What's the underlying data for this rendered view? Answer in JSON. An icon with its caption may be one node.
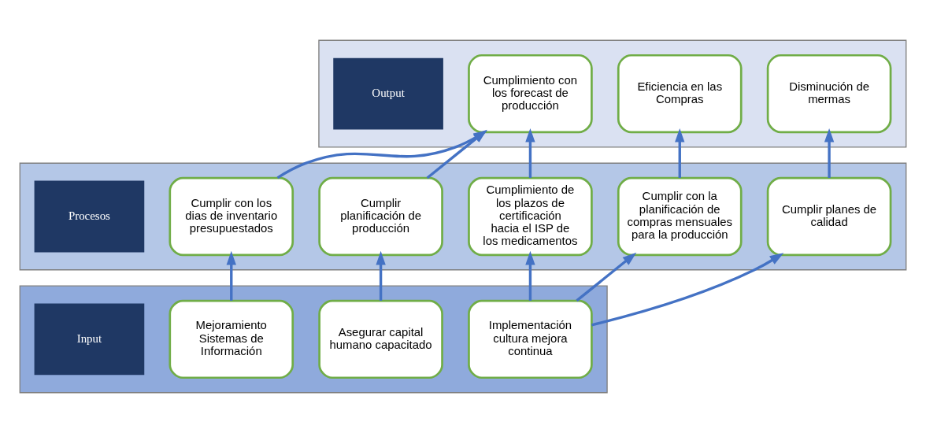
{
  "diagram": {
    "nodes": [
      {
        "text": [],
        "shape": "band"
      },
      {
        "text": [
          "Output"
        ],
        "in": 0
      },
      {
        "text": [
          "Cumplimiento con los forecast de producción"
        ],
        "in": 0
      },
      {
        "text": [
          "Eficiencia en las Compras"
        ],
        "in": 0
      },
      {
        "text": [
          "Disminución de mermas"
        ],
        "in": 0
      },
      {
        "text": [],
        "shape": "band"
      },
      {
        "text": [
          "Procesos"
        ],
        "in": 5
      },
      {
        "text": [
          "Cumplir con los dias de inventario presupuestados"
        ],
        "in": 5
      },
      {
        "text": [
          "Cumplir planificación de producción"
        ],
        "in": 5
      },
      {
        "text": [
          "Cumplimiento de los plazos de certificación hacia el ISP de los medicamentos"
        ],
        "in": 5
      },
      {
        "text": [
          "Cumplir con la planificación de compras mensuales para la producción"
        ],
        "in": 5
      },
      {
        "text": [
          "Cumplir planes de calidad"
        ],
        "in": 5
      },
      {
        "text": [],
        "shape": "band"
      },
      {
        "text": [
          "Input"
        ],
        "in": 12
      },
      {
        "text": [
          "Mejoramiento Sistemas de Información"
        ],
        "in": 12
      },
      {
        "text": [
          "Asegurar capital humano capacitado"
        ],
        "in": 12
      },
      {
        "text": [
          "Implementación cultura mejora continua"
        ],
        "in": 12
      }
    ],
    "edges": [
      {
        "from": 7,
        "to": 2,
        "arrow": "to"
      },
      {
        "from": 8,
        "to": 2,
        "arrow": "to"
      },
      {
        "from": 9,
        "to": 2,
        "arrow": "to"
      },
      {
        "from": 10,
        "to": 3,
        "arrow": "to"
      },
      {
        "from": 11,
        "to": 4,
        "arrow": "to"
      },
      {
        "from": 14,
        "to": 7,
        "arrow": "to"
      },
      {
        "from": 15,
        "to": 8,
        "arrow": "to"
      },
      {
        "from": 16,
        "to": 9,
        "arrow": "to"
      },
      {
        "from": 16,
        "to": 10,
        "arrow": "to"
      },
      {
        "from": 16,
        "to": 11,
        "arrow": "to"
      }
    ]
  }
}
